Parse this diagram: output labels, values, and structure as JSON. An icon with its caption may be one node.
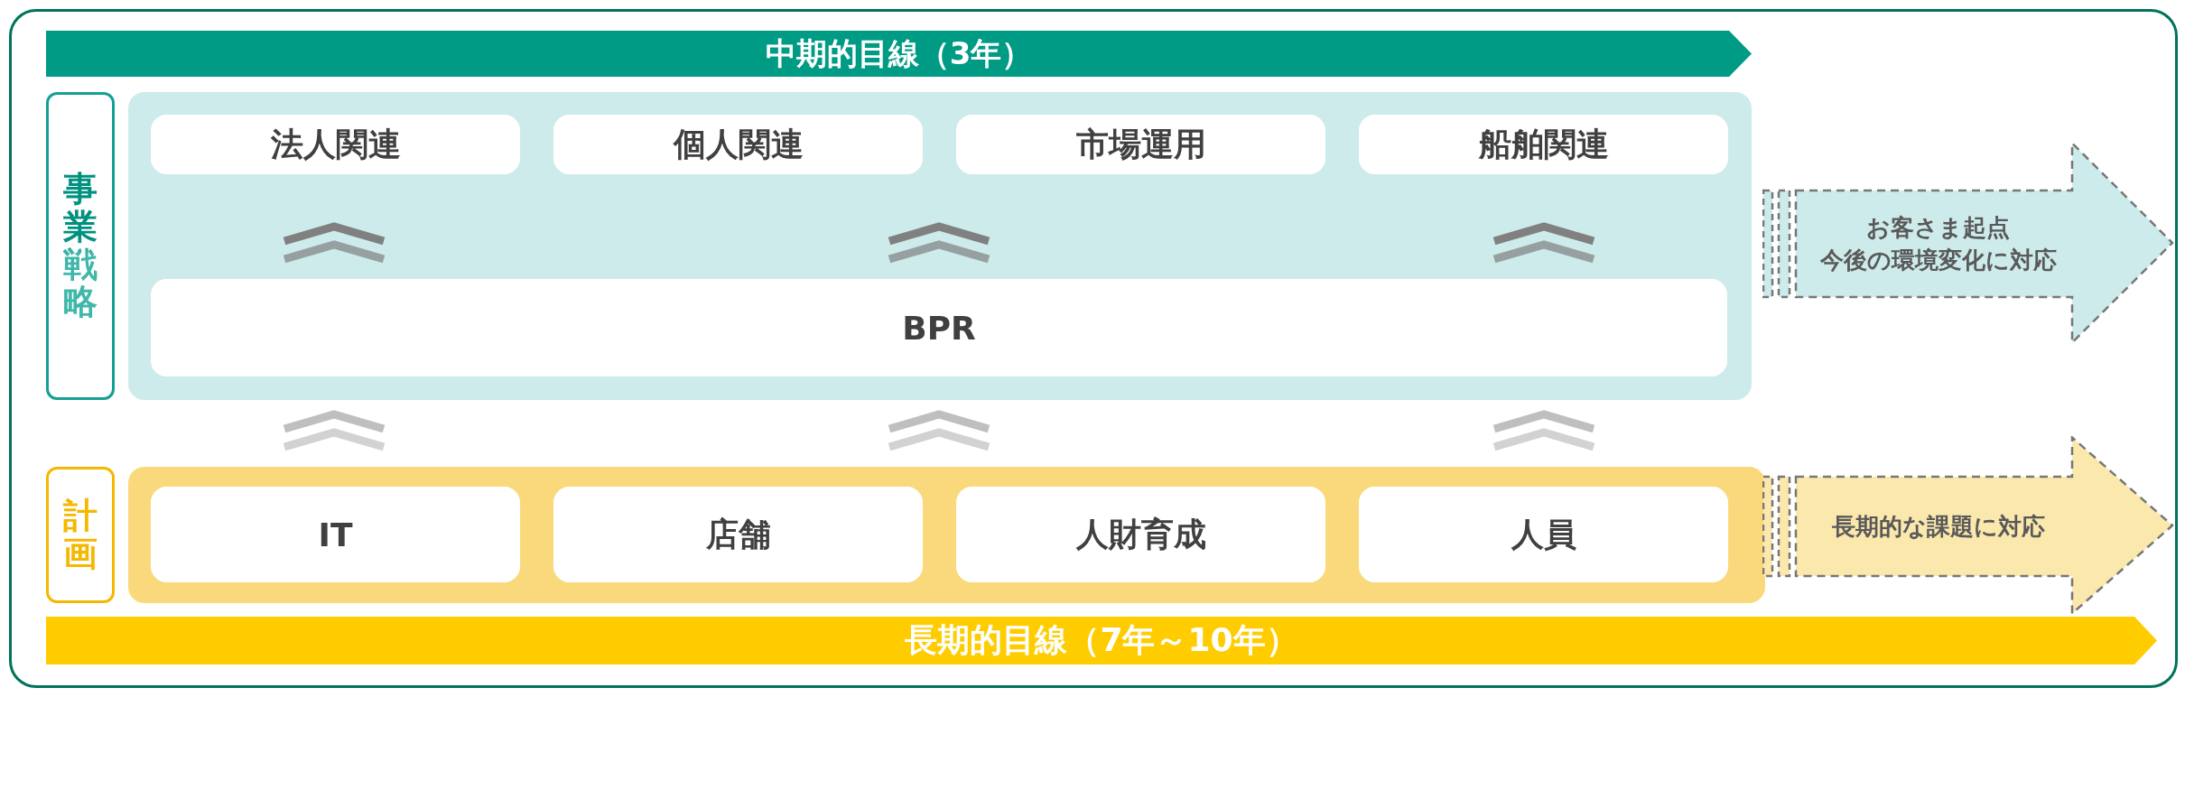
{
  "diagram": {
    "nodes": [
      {
        "text": [
          "中期的目線（3年）"
        ]
      },
      {
        "text": [
          "事業戦略"
        ]
      },
      {
        "text": [],
        "shape": "box"
      },
      {
        "text": [
          "法人関連"
        ],
        "in": 2
      },
      {
        "text": [
          "個人関連"
        ],
        "in": 2
      },
      {
        "text": [
          "市場運用"
        ],
        "in": 2
      },
      {
        "text": [
          "船舶関連"
        ],
        "in": 2
      },
      {
        "text": [
          "BPR"
        ],
        "in": 2
      },
      {
        "text": [
          "お客さま起点",
          "今後の環境変化に対応"
        ]
      },
      {
        "text": [
          "計画"
        ]
      },
      {
        "text": [],
        "shape": "box"
      },
      {
        "text": [
          "IT"
        ],
        "in": 10
      },
      {
        "text": [
          "店舗"
        ],
        "in": 10
      },
      {
        "text": [
          "人財育成"
        ],
        "in": 10
      },
      {
        "text": [
          "人員"
        ],
        "in": 10
      },
      {
        "text": [
          "長期的な課題に対応"
        ]
      },
      {
        "text": [
          "長期的目線（7年～10年）"
        ]
      }
    ]
  }
}
